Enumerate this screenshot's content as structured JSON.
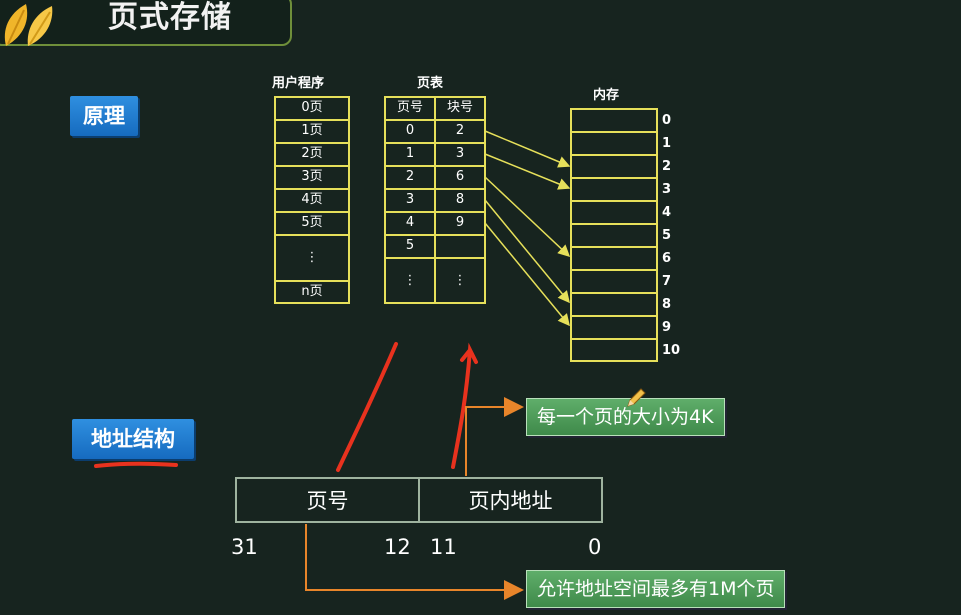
{
  "header": {
    "title": "页式存储"
  },
  "tags": {
    "principle": "原理",
    "address_structure": "地址结构"
  },
  "user_program": {
    "title": "用户程序",
    "pages": [
      "0页",
      "1页",
      "2页",
      "3页",
      "4页",
      "5页",
      "⋮",
      "n页"
    ]
  },
  "page_table": {
    "title": "页表",
    "col_page": "页号",
    "col_block": "块号",
    "rows": [
      {
        "page": "0",
        "block": "2"
      },
      {
        "page": "1",
        "block": "3"
      },
      {
        "page": "2",
        "block": "6"
      },
      {
        "page": "3",
        "block": "8"
      },
      {
        "page": "4",
        "block": "9"
      },
      {
        "page": "5",
        "block": ""
      },
      {
        "page": "⋮",
        "block": "⋮"
      }
    ]
  },
  "memory": {
    "title": "内存",
    "blocks": [
      "0",
      "1",
      "2",
      "3",
      "4",
      "5",
      "6",
      "7",
      "8",
      "9",
      "10"
    ]
  },
  "address": {
    "segment_page": "页号",
    "segment_offset": "页内地址",
    "bit_31": "31",
    "bit_12": "12",
    "bit_11": "11",
    "bit_0": "0"
  },
  "notes": {
    "page_size": "每一个页的大小为4K",
    "max_pages": "允许地址空间最多有1M个页"
  },
  "colors": {
    "background": "#17241f",
    "grid_line": "#e6e05a",
    "tag_blue": "#1f7fd6",
    "note_green": "#4f9e5a",
    "annotation_red": "#e8321e",
    "arrow_orange": "#e8852a"
  }
}
